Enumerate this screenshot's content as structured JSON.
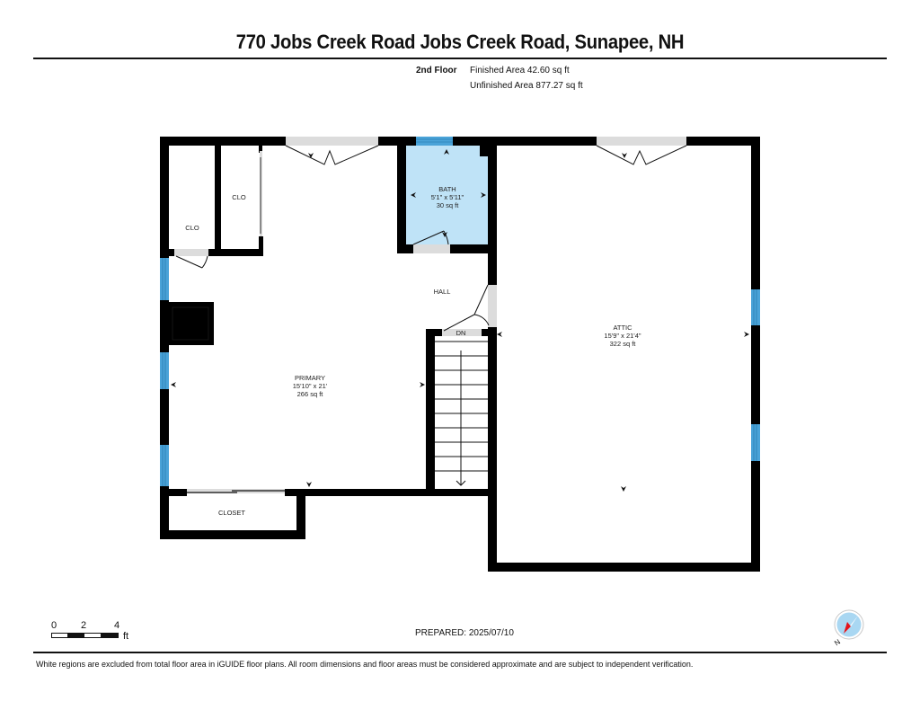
{
  "header": {
    "title": "770 Jobs Creek Road Jobs Creek Road, Sunapee, NH",
    "floor": "2nd Floor",
    "finished_area": "Finished Area 42.60 sq ft",
    "unfinished_area": "Unfinished Area 877.27 sq ft"
  },
  "rooms": {
    "clo_left": {
      "name": "CLO"
    },
    "clo_right": {
      "name": "CLO"
    },
    "bath": {
      "name": "BATH",
      "dims": "5'1\" x 5'11\"",
      "area": "30 sq ft"
    },
    "hall": {
      "name": "HALL"
    },
    "dn": {
      "name": "DN"
    },
    "primary": {
      "name": "PRIMARY",
      "dims": "15'10\" x 21'",
      "area": "266 sq ft"
    },
    "closet": {
      "name": "CLOSET"
    },
    "attic": {
      "name": "ATTIC",
      "dims": "15'9\" x 21'4\"",
      "area": "322 sq ft"
    }
  },
  "scale_bar": {
    "ticks": [
      "0",
      "2",
      "4"
    ],
    "unit": "ft"
  },
  "prepared": "PREPARED: 2025/07/10",
  "compass": {
    "label": "N",
    "icon": "compass-icon"
  },
  "footer": "White regions are excluded from total floor area in iGUIDE floor plans. All room dimensions and floor areas must be considered approximate and are subject to independent verification.",
  "colors": {
    "wall": "#000000",
    "window": "#4aa3d8",
    "bath_fill": "#bfe3f7",
    "door_sill": "#dcdcdc",
    "compass_red": "#e3141b"
  }
}
